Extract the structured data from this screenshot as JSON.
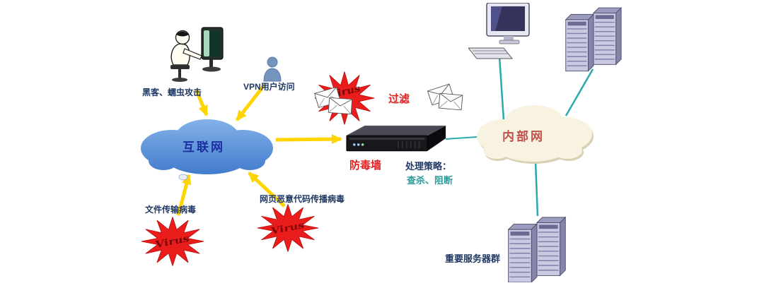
{
  "labels": {
    "hacker_attack": "黑客、蠕虫攻击",
    "vpn_user": "VPN用户访问",
    "internet_cloud": "互联网",
    "virus_badge": "Virus",
    "filter": "过滤",
    "antivirus_wall": "防毒墙",
    "policy_title": "处理策略：",
    "policy_actions": "查杀、阻断",
    "intranet_cloud": "内部网",
    "file_virus": "文件传输病毒",
    "web_virus": "网页恶意代码传播病毒",
    "server_group": "重要服务器群"
  },
  "colors": {
    "internet_cloud_top": "#8cbaec",
    "internet_cloud_bottom": "#3a74ca",
    "internet_label": "#1b2fa0",
    "intranet_cloud_fill": "#f8f3e0",
    "intranet_label": "#c0504d",
    "red_label": "#e02020",
    "navy_label": "#1f3864",
    "teal_label": "#2e9a9a",
    "arrow_yellow": "#ffd400",
    "device_link_teal": "#2ba9ad",
    "virus_star": "#ea1c1c",
    "virus_text": "#7c0606"
  },
  "icons": [
    "hacker-workstation-icon",
    "vpn-user-icon",
    "envelope-icon",
    "virus-burst-icon",
    "firewall-appliance-icon",
    "internet-cloud",
    "intranet-cloud",
    "desktop-computer-icon",
    "server-rack-icon"
  ]
}
